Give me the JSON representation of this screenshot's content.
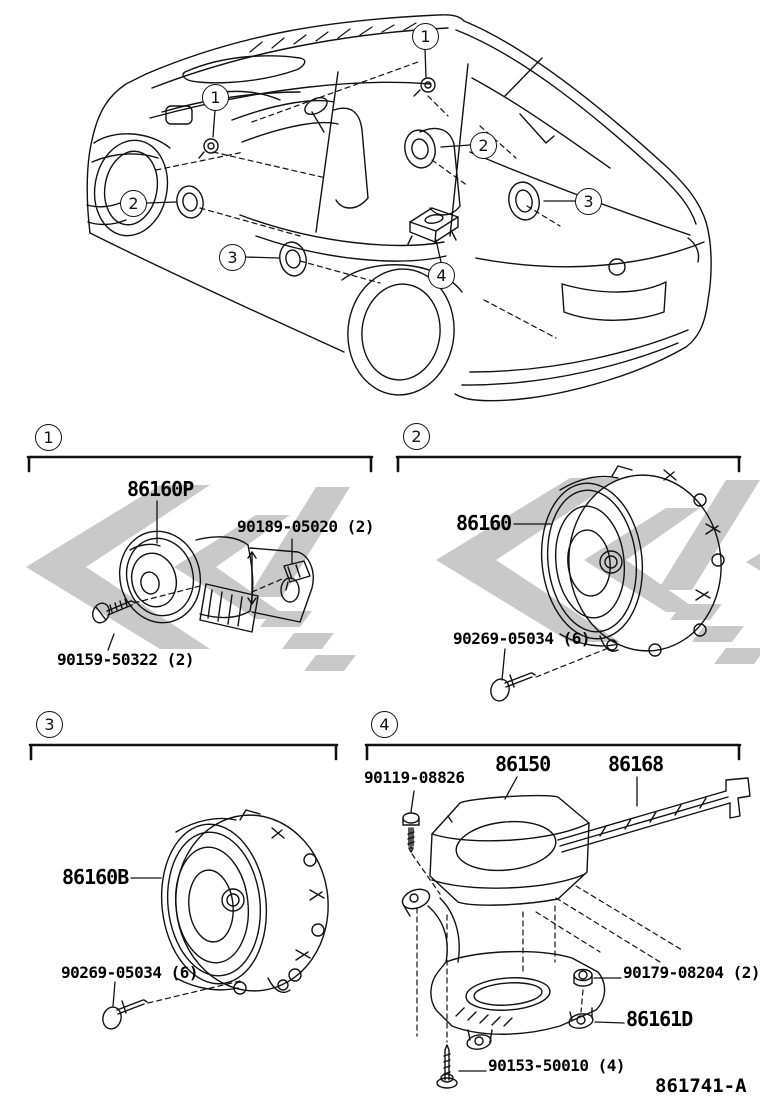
{
  "figure": {
    "number": "861741-A"
  },
  "car": {
    "markers": [
      {
        "label": "1"
      },
      {
        "label": "1"
      },
      {
        "label": "2"
      },
      {
        "label": "2"
      },
      {
        "label": "3"
      },
      {
        "label": "3"
      },
      {
        "label": "4"
      }
    ]
  },
  "sections": [
    {
      "id": "1",
      "parts": {
        "speaker": "86160P",
        "clip": "90189-05020 (2)",
        "screw": "90159-50322 (2)"
      }
    },
    {
      "id": "2",
      "parts": {
        "speaker": "86160",
        "screw": "90269-05034 (6)"
      }
    },
    {
      "id": "3",
      "parts": {
        "speaker": "86160B",
        "screw": "90269-05034 (6)"
      }
    },
    {
      "id": "4",
      "parts": {
        "screw_top": "90119-08826",
        "cover": "86150",
        "bracket_strip": "86168",
        "nut": "90179-08204 (2)",
        "bracket": "86161D",
        "screw_bottom": "90153-50010 (4)"
      }
    }
  ],
  "colors": {
    "line": "#111111",
    "watermark": "#c9c9c9",
    "background": "#ffffff"
  }
}
